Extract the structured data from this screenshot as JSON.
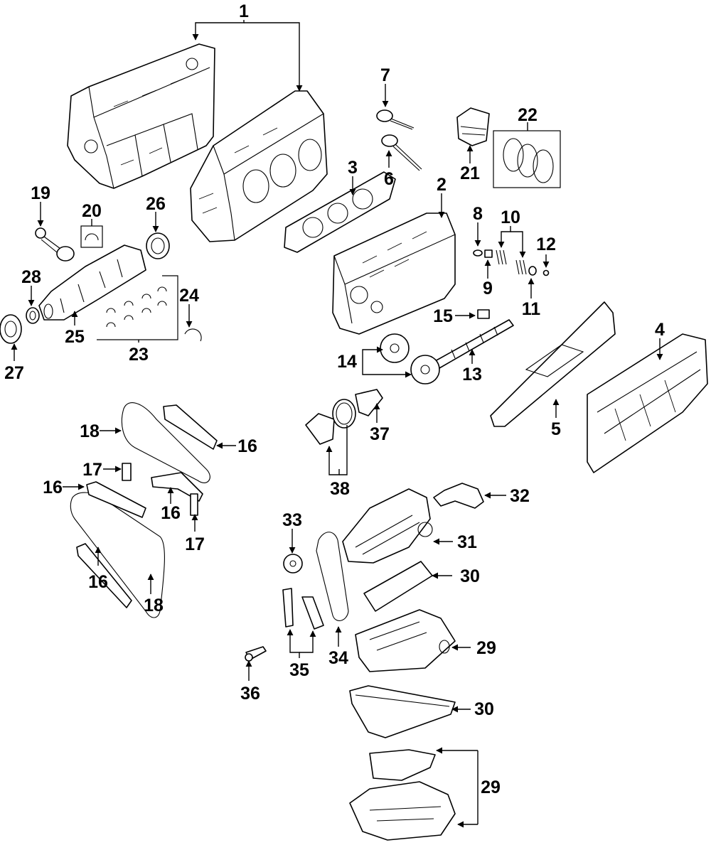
{
  "callouts": {
    "c1": "1",
    "c2": "2",
    "c3": "3",
    "c4": "4",
    "c5": "5",
    "c6": "6",
    "c7": "7",
    "c8": "8",
    "c9": "9",
    "c10": "10",
    "c11": "11",
    "c12": "12",
    "c13": "13",
    "c14": "14",
    "c15": "15",
    "c16": "16",
    "c17": "17",
    "c18": "18",
    "c19": "19",
    "c20": "20",
    "c21": "21",
    "c22": "22",
    "c23": "23",
    "c24": "24",
    "c25": "25",
    "c26": "26",
    "c27": "27",
    "c28": "28",
    "c29": "29",
    "c30": "30",
    "c31": "31",
    "c32": "32",
    "c33": "33",
    "c34": "34",
    "c35": "35",
    "c36": "36",
    "c37": "37",
    "c38": "38"
  },
  "colors": {
    "line": "#000000",
    "background": "#ffffff"
  },
  "icons": {
    "arrowhead": "arrowhead-icon"
  }
}
